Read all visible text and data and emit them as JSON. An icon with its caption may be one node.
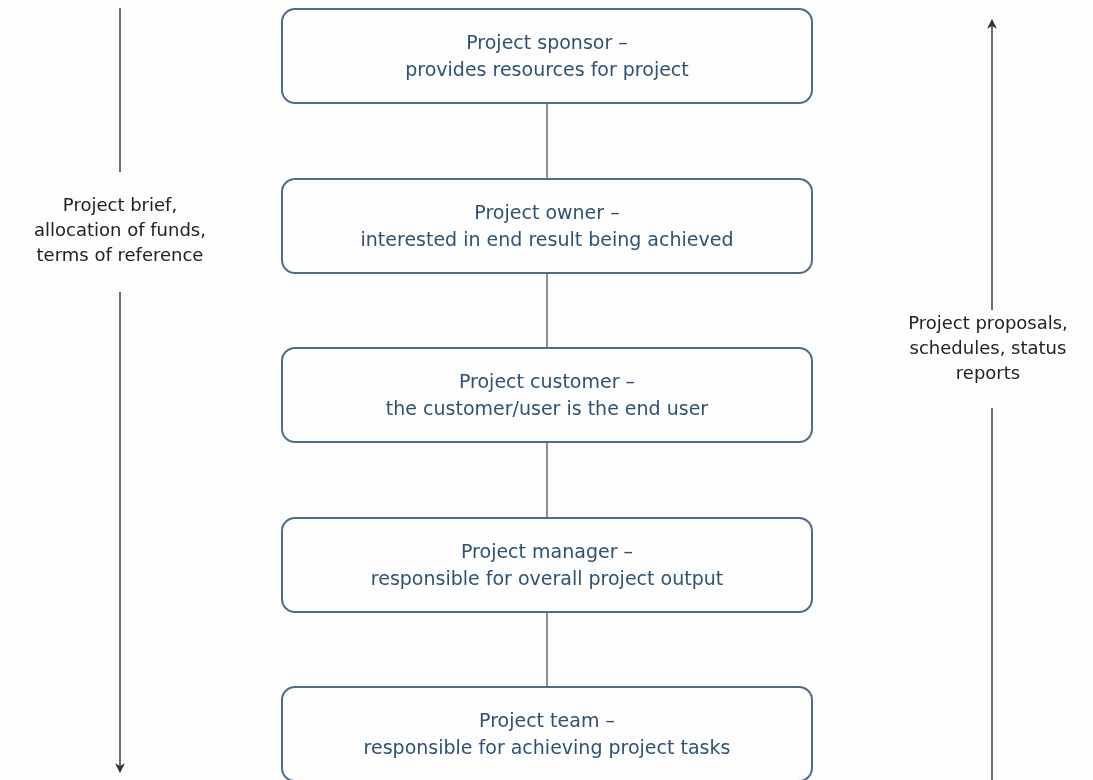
{
  "diagram": {
    "nodes": [
      {
        "text": [
          "Project sponsor –",
          "provides resources for project"
        ]
      },
      {
        "text": [
          "Project owner –",
          "interested in end result being achieved"
        ]
      },
      {
        "text": [
          "Project customer –",
          "the customer/user is the end user"
        ]
      },
      {
        "text": [
          "Project manager –",
          "responsible for overall project output"
        ]
      },
      {
        "text": [
          "Project team –",
          "responsible for achieving project tasks"
        ]
      }
    ],
    "edges": [
      {
        "from": 0,
        "to": 1,
        "arrow": "none"
      },
      {
        "from": 1,
        "to": 2,
        "arrow": "none"
      },
      {
        "from": 2,
        "to": 3,
        "arrow": "none"
      },
      {
        "from": 3,
        "to": 4,
        "arrow": "none"
      }
    ],
    "labels": [
      "Project brief, allocation of funds, terms of reference",
      "Project proposals, schedules, status reports"
    ]
  }
}
